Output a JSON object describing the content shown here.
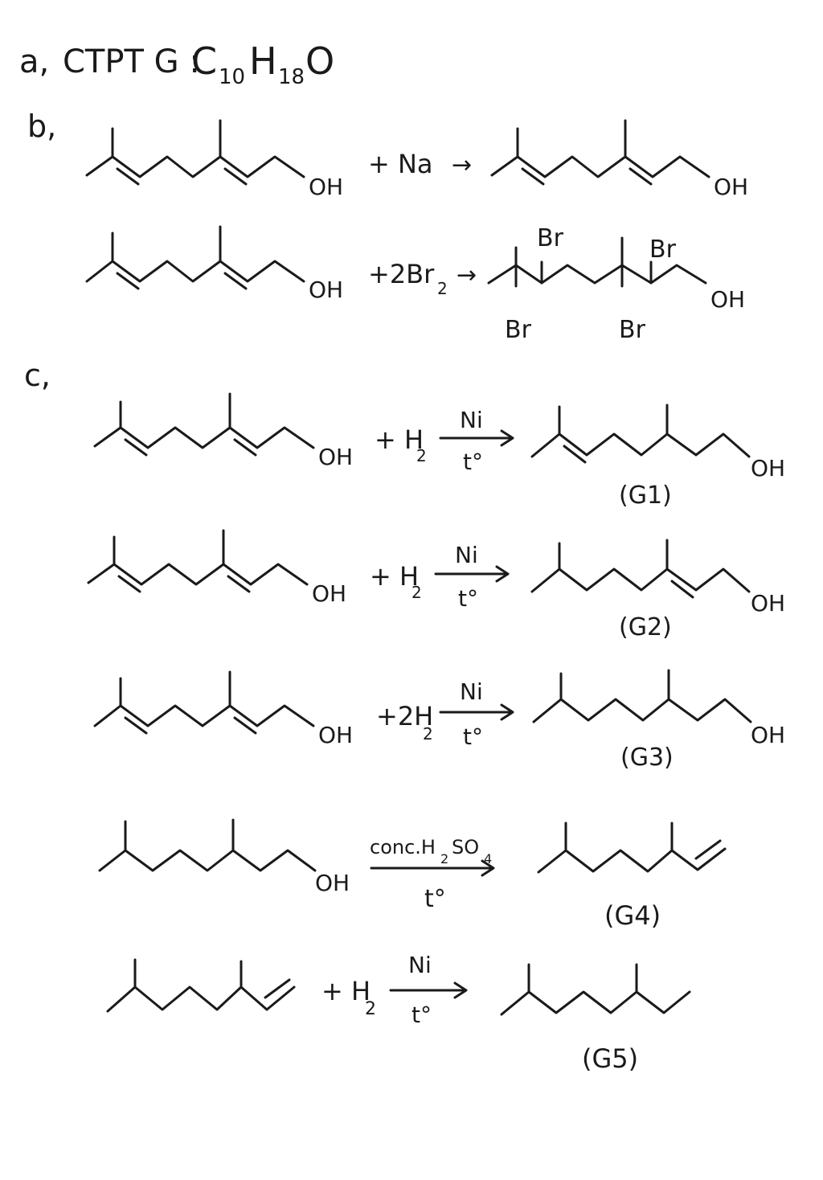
{
  "part_a": {
    "label": "a,",
    "text": "CTPT G :",
    "formula": {
      "c": "C",
      "c_sub": "10",
      "h": "H",
      "h_sub": "18",
      "o": "O"
    }
  },
  "part_b": {
    "label": "b,",
    "reaction_1": {
      "reactant_oh": "OH",
      "reagent": "+ Na",
      "arrow": "→",
      "product_oh": "OH"
    },
    "reaction_2": {
      "reactant_oh": "OH",
      "reagent": "+2Br",
      "reagent_sub": "2",
      "arrow": "→",
      "br": "Br",
      "product_oh": "OH"
    }
  },
  "part_c": {
    "label": "c,",
    "reactions": [
      {
        "reactant_oh": "OH",
        "reagent": "+ H",
        "reagent_sub": "2",
        "cond_top": "Ni",
        "cond_bottom": "t°",
        "product_oh": "OH",
        "product_name": "(G1)"
      },
      {
        "reactant_oh": "OH",
        "reagent": "+ H",
        "reagent_sub": "2",
        "cond_top": "Ni",
        "cond_bottom": "t°",
        "product_oh": "OH",
        "product_name": "(G2)"
      },
      {
        "reactant_oh": "OH",
        "reagent": "+2H",
        "reagent_sub": "2",
        "cond_top": "Ni",
        "cond_bottom": "t°",
        "product_oh": "OH",
        "product_name": "(G3)"
      },
      {
        "reactant_oh": "OH",
        "cond_top": "conc.H",
        "cond_top_sub": "2",
        "cond_top_rest": "SO",
        "cond_top_sub2": "4",
        "cond_bottom": "t°",
        "product_name": "(G4)"
      },
      {
        "reagent": "+ H",
        "reagent_sub": "2",
        "cond_top": "Ni",
        "cond_bottom": "t°",
        "product_name": "(G5)"
      }
    ]
  }
}
